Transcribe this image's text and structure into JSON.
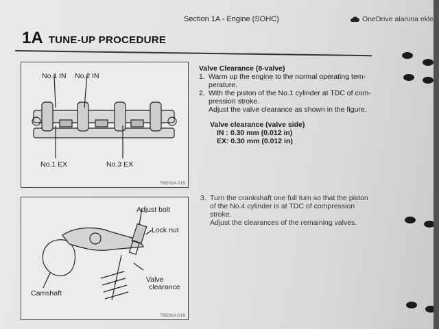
{
  "header": {
    "section_title": "Section 1A - Engine (SOHC)",
    "onedrive_label": "OneDrive alanına ekle",
    "onedrive_icon": "cloud-icon"
  },
  "page": {
    "section_number": "1A",
    "section_heading": "TUNE-UP PROCEDURE"
  },
  "figure1": {
    "labels": [
      "No.1 IN",
      "No.2 IN",
      "No.1 EX",
      "No.3 EX"
    ],
    "code": "76G01A-015"
  },
  "figure2": {
    "adjust_bolt": "Adjust bolt",
    "lock_nut": "Lock nut",
    "camshaft": "Camshaft",
    "valve_clearance_1": "Valve",
    "valve_clearance_2": "clearance",
    "code": "76G01A-016"
  },
  "procedure": {
    "title": "Valve Clearance (8-valve)",
    "step1_num": "1.",
    "step1_line1": "Warm up the engine to the normal operating tem-",
    "step1_line2": "perature.",
    "step2_num": "2.",
    "step2_line1": "With the piston of the No.1 cylinder at TDC of com-",
    "step2_line2": "pression stroke.",
    "step2_line3": "Adjust the valve clearance as shown in the figure.",
    "spec_title": "Valve clearance (valve side)",
    "spec_in": "IN : 0.30 mm (0.012 in)",
    "spec_ex": "EX: 0.30 mm (0.012 in)",
    "step3_num": "3.",
    "step3_line1": "Turn the crankshaft one full turn so that the piston",
    "step3_line2": "of the No.4 cylinder is at TDC of compression",
    "step3_line3": "stroke.",
    "step3_line4": "Adjust the clearances of the remaining valves."
  }
}
